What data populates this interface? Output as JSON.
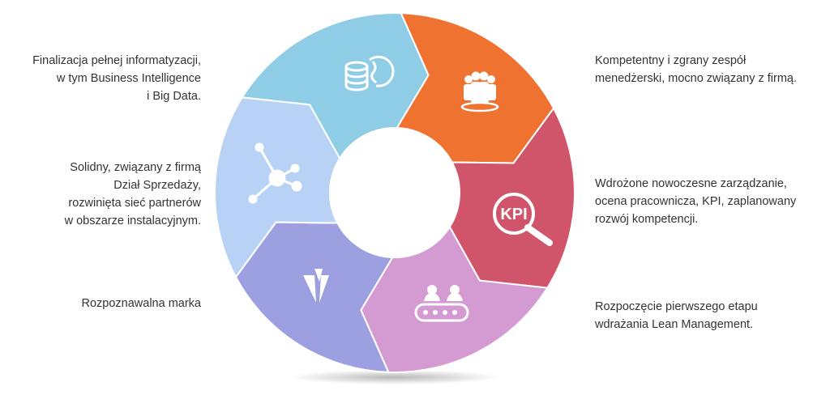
{
  "segments": [
    {
      "key": "it",
      "icon": "database-globe-icon",
      "color": "#8fcde6",
      "caption": "Finalizacja pełnej informatyzacji,\nw tym Business Intelligence\ni Big Data."
    },
    {
      "key": "team",
      "icon": "team-group-icon",
      "color": "#ef7230",
      "caption": "Kompetentny i zgrany zespół\nmenedżerski, mocno związany z firmą."
    },
    {
      "key": "kpi",
      "icon": "kpi-magnifier-icon",
      "color": "#d1556a",
      "caption": "Wdrożone nowoczesne zarządzanie,\nocena pracownicza, KPI, zaplanowany\nrozwój kompetencji."
    },
    {
      "key": "lean",
      "icon": "conveyor-workers-icon",
      "color": "#d49ad2",
      "caption": "Rozpoczęcie pierwszego etapu\nwdrażania Lean Management."
    },
    {
      "key": "brand",
      "icon": "brand-logo-icon",
      "color": "#9c9fe0",
      "caption": "Rozpoznawalna marka"
    },
    {
      "key": "sales",
      "icon": "network-hub-icon",
      "color": "#b8d2f6",
      "caption": "Solidny, związany z firmą\nDział Sprzedaży,\nrozwinięta sieć partnerów\nw obszarze instalacyjnym."
    }
  ],
  "kpi_icon_text": "KPI"
}
